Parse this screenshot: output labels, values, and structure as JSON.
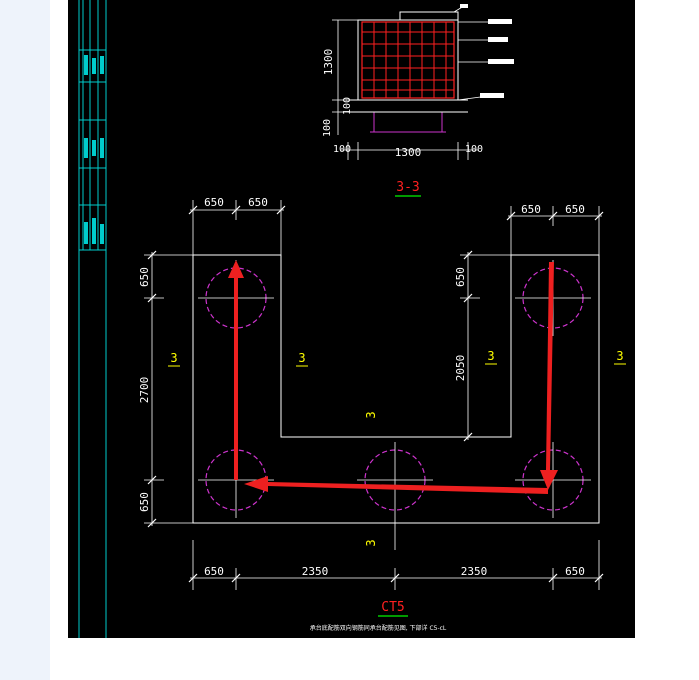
{
  "section_view": {
    "height_label": "1300",
    "base_label": "100",
    "base_label_2": "100",
    "width_label": "1300",
    "side_left": "100",
    "side_right": "100",
    "title": "3-3"
  },
  "plan_dims": {
    "top_left_1": "650",
    "top_left_2": "650",
    "top_right_1": "650",
    "top_right_2": "650",
    "left_top": "650",
    "left_mid": "2700",
    "left_bottom": "650",
    "inner_top": "650",
    "inner_mid": "2050",
    "bottom_1": "650",
    "bottom_2": "2350",
    "bottom_3": "2350",
    "bottom_4": "650"
  },
  "section_marks": {
    "left_outer": "3",
    "left_inner": "3",
    "right_inner": "3",
    "right_outer": "3",
    "center": "3",
    "bottom": "3"
  },
  "plan_title": "CT5",
  "plan_note": "承台底配筋双向钢筋同承台配筋见图, 下部详 C5-cL",
  "colors": {
    "background": "#000000",
    "lines": "#ffffff",
    "dimension_text": "#ffffff",
    "section_mark": "#ffff00",
    "pile_circle": "#cc33cc",
    "title_red": "#ff2020",
    "title_underline": "#00cc00",
    "arrow": "#ee2020",
    "border_cyan": "#00cccc"
  }
}
